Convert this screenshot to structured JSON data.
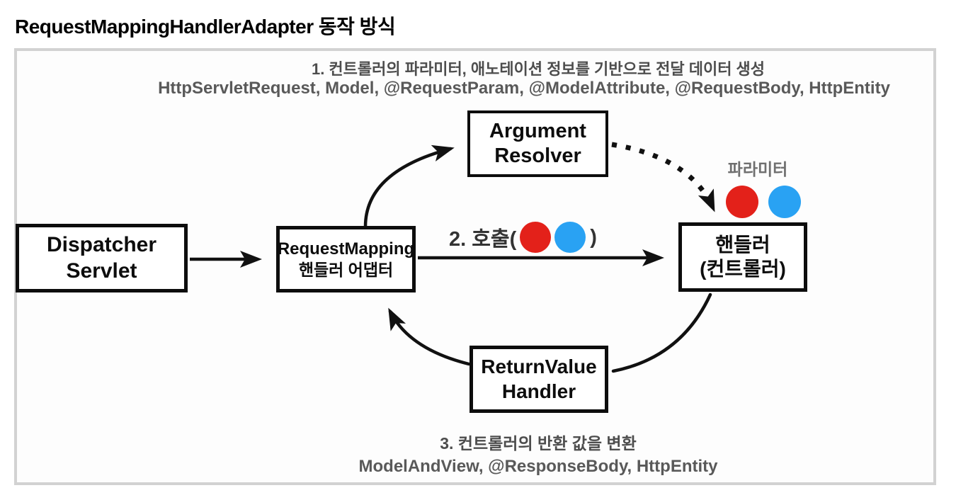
{
  "page_title": "RequestMappingHandlerAdapter 동작 방식",
  "diagram": {
    "step1": {
      "caption": "1. 컨트롤러의 파라미터, 애노테이션 정보를 기반으로 전달 데이터 생성",
      "types": "HttpServletRequest, Model, @RequestParam, @ModelAttribute, @RequestBody, HttpEntity"
    },
    "step2": {
      "call_prefix": "2. 호출(",
      "call_suffix": ")"
    },
    "step3": {
      "caption": "3. 컨트롤러의 반환 값을 변환",
      "types": "ModelAndView, @ResponseBody, HttpEntity"
    },
    "parameter_label": "파라미터",
    "boxes": {
      "dispatcher_servlet": {
        "line1": "Dispatcher",
        "line2": "Servlet"
      },
      "request_mapping_adapter": {
        "line1": "RequestMapping",
        "line2": "핸들러 어댑터"
      },
      "argument_resolver": {
        "line1": "Argument",
        "line2": "Resolver"
      },
      "handler_controller": {
        "line1": "핸들러",
        "line2": "(컨트롤러)"
      },
      "return_value_handler": {
        "line1": "ReturnValue",
        "line2": "Handler"
      }
    },
    "colors": {
      "param_red": "#e3211a",
      "param_blue": "#29a2f3",
      "arrow_black": "#111111",
      "muted_text": "#4d4d4d",
      "frame_border": "#d2d2d2"
    }
  }
}
